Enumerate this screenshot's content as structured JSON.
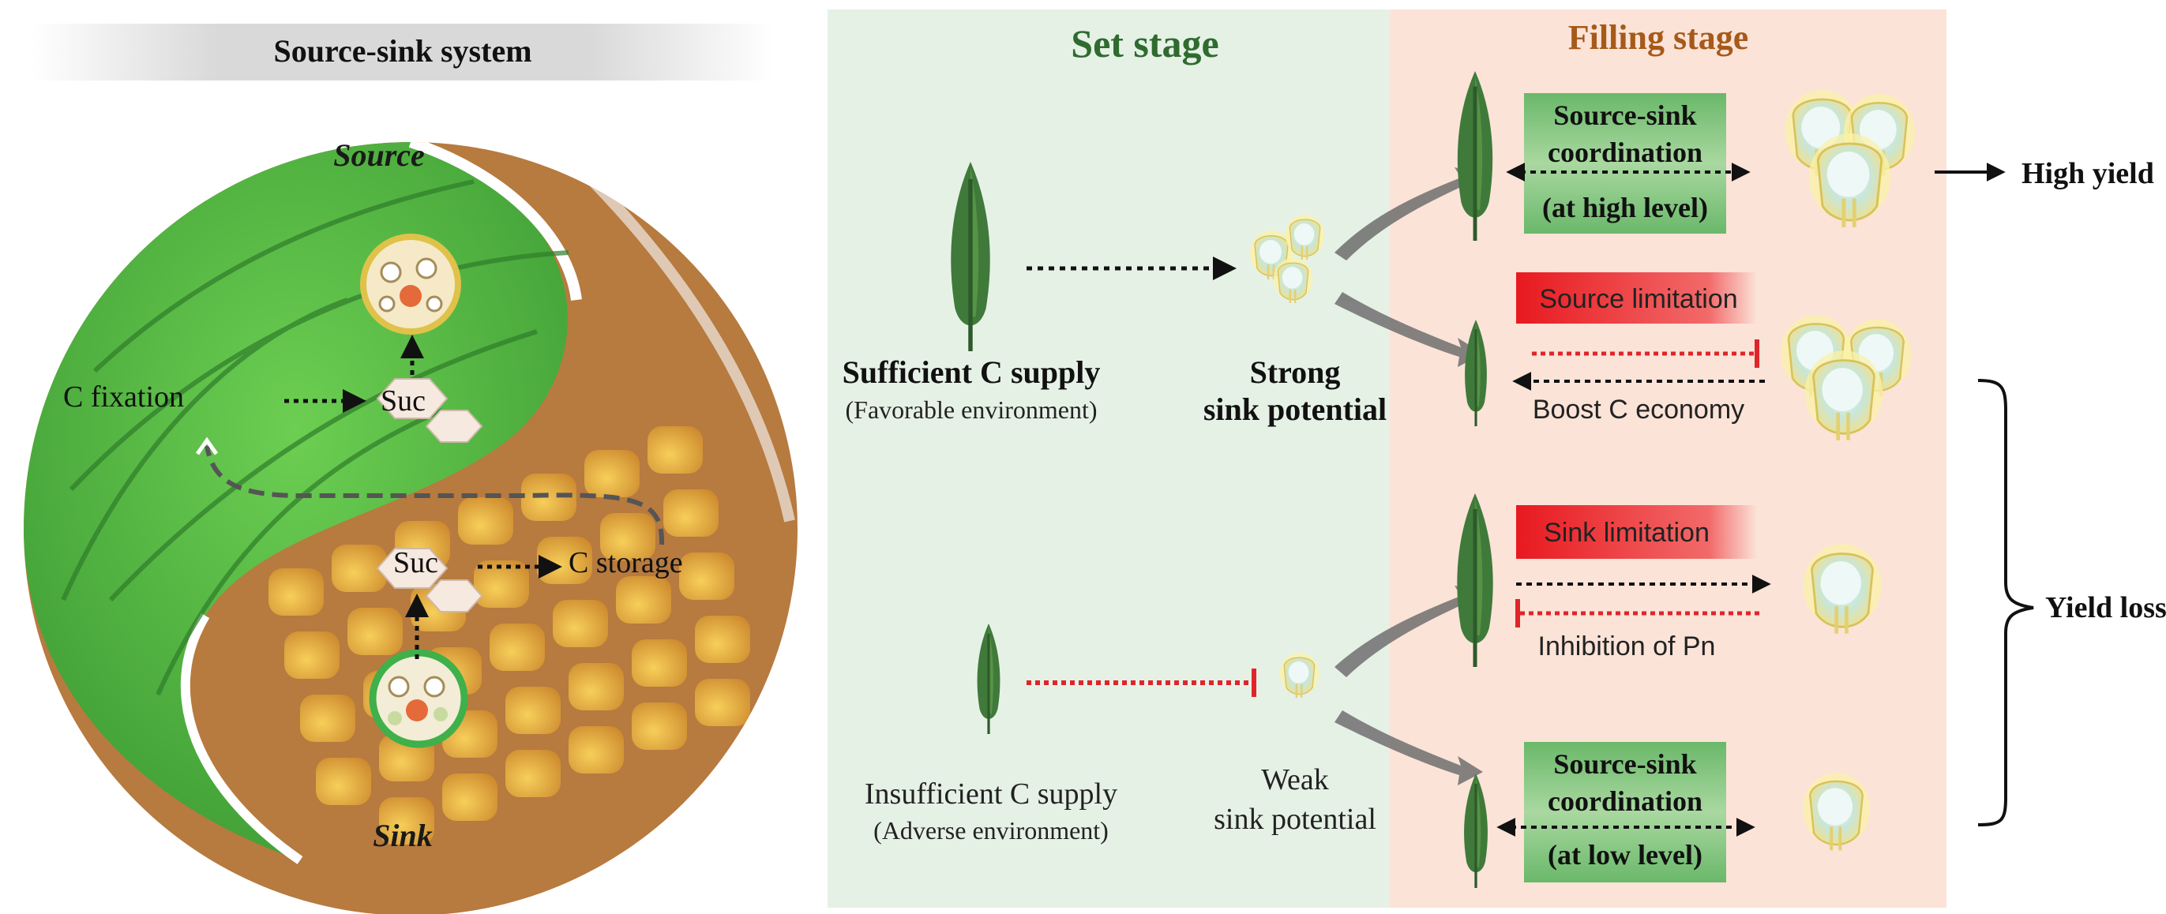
{
  "left_panel": {
    "title": "Source-sink system",
    "source_label": "Source",
    "sink_label": "Sink",
    "c_fixation": "C fixation",
    "suc_top": "Suc",
    "suc_bottom": "Suc",
    "c_storage": "C storage"
  },
  "stages": {
    "set_stage": "Set stage",
    "filling_stage": "Filling stage"
  },
  "set_stage": {
    "sufficient_supply": "Sufficient C supply",
    "sufficient_env": "(Favorable  environment)",
    "strong_sink_1": "Strong",
    "strong_sink_2": "sink potential",
    "insufficient_supply": "Insufficient C supply",
    "insufficient_env": "(Adverse environment)",
    "weak_sink_1": "Weak",
    "weak_sink_2": "sink potential"
  },
  "filling_stage": {
    "coord_high_1": "Source-sink",
    "coord_high_2": "coordination",
    "coord_high_3": "(at high level)",
    "source_limitation": "Source limitation",
    "boost_c_economy": "Boost C economy",
    "sink_limitation": "Sink limitation",
    "inhibition_pn": "Inhibition of Pn",
    "coord_low_1": "Source-sink",
    "coord_low_2": "coordination",
    "coord_low_3": "(at low level)"
  },
  "outcomes": {
    "high_yield": "High yield",
    "yield_loss": "Yield loss"
  },
  "colors": {
    "set_bg": "#e6f1e6",
    "fill_bg": "#fbe3d8",
    "set_title": "#2f6b2f",
    "fill_title": "#a65a1a",
    "leaf": "#3f7a3a",
    "leaf_green": "#5fbf4a",
    "kernel": "#f0b43a",
    "red": "#e0252a"
  }
}
